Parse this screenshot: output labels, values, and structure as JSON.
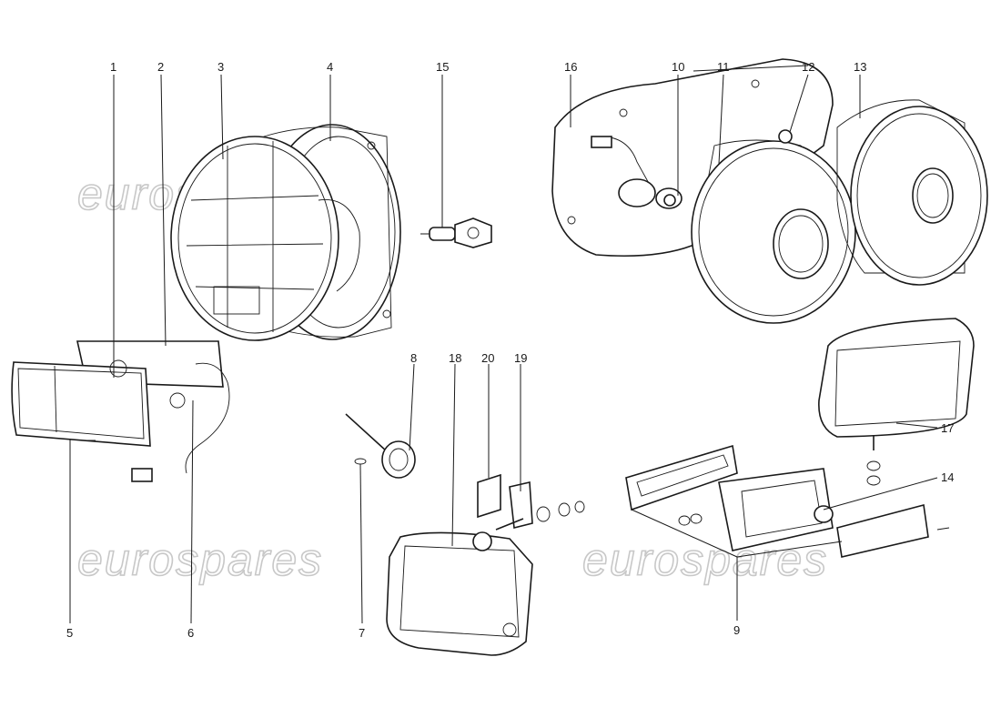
{
  "watermark": {
    "text": "eurospares"
  },
  "callouts": [
    {
      "id": "1",
      "label": "1"
    },
    {
      "id": "2",
      "label": "2"
    },
    {
      "id": "3",
      "label": "3"
    },
    {
      "id": "4",
      "label": "4"
    },
    {
      "id": "5",
      "label": "5"
    },
    {
      "id": "6",
      "label": "6"
    },
    {
      "id": "7",
      "label": "7"
    },
    {
      "id": "8",
      "label": "8"
    },
    {
      "id": "9",
      "label": "9"
    },
    {
      "id": "10",
      "label": "10"
    },
    {
      "id": "11",
      "label": "11"
    },
    {
      "id": "12",
      "label": "12"
    },
    {
      "id": "13",
      "label": "13"
    },
    {
      "id": "14",
      "label": "14"
    },
    {
      "id": "15",
      "label": "15"
    },
    {
      "id": "16",
      "label": "16"
    },
    {
      "id": "17",
      "label": "17"
    },
    {
      "id": "18",
      "label": "18"
    },
    {
      "id": "19",
      "label": "19"
    },
    {
      "id": "20",
      "label": "20"
    }
  ]
}
